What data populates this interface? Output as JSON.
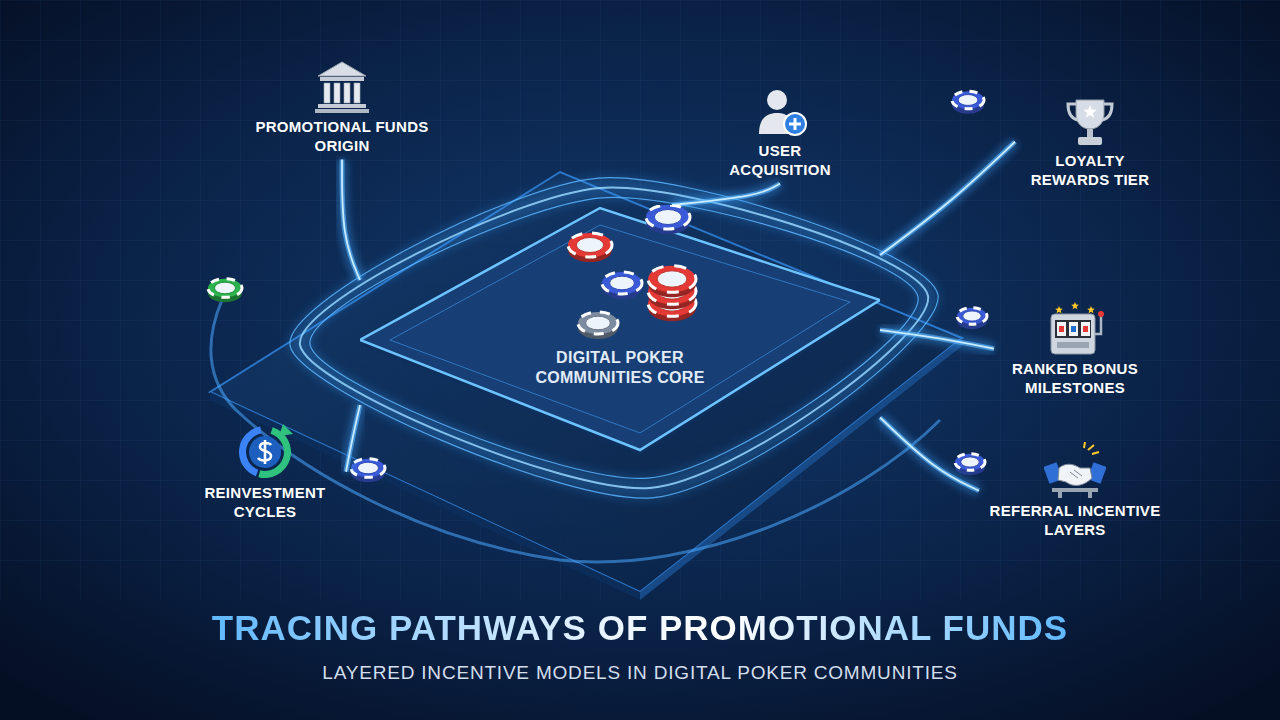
{
  "diagram": {
    "title": "TRACING PATHWAYS OF PROMOTIONAL FUNDS",
    "caption": "LAYERED INCENTIVE MODELS IN DIGITAL POKER COMMUNITIES",
    "nodes": [
      {
        "text": [
          "PROMOTIONAL FUNDS ORIGIN"
        ]
      },
      {
        "text": [
          "USER ACQUISITION"
        ]
      },
      {
        "text": [
          "LOYALTY REWARDS TIER"
        ]
      },
      {
        "text": [
          "DIGITAL POKER COMMUNITIES CORE"
        ]
      },
      {
        "text": [
          "RANKED BONUS MILESTONES"
        ]
      },
      {
        "text": [
          "REINVESTMENT CYCLES"
        ]
      },
      {
        "text": [
          "REFERRAL INCENTIVE LAYERS"
        ]
      }
    ],
    "edges": [
      {
        "from": 0,
        "to": 3,
        "arrow": "none"
      },
      {
        "from": 1,
        "to": 3,
        "arrow": "none"
      },
      {
        "from": 3,
        "to": 2,
        "arrow": "none"
      },
      {
        "from": 3,
        "to": 4,
        "arrow": "none"
      },
      {
        "from": 3,
        "to": 6,
        "arrow": "none"
      },
      {
        "from": 5,
        "to": 3,
        "arrow": "none"
      }
    ]
  }
}
